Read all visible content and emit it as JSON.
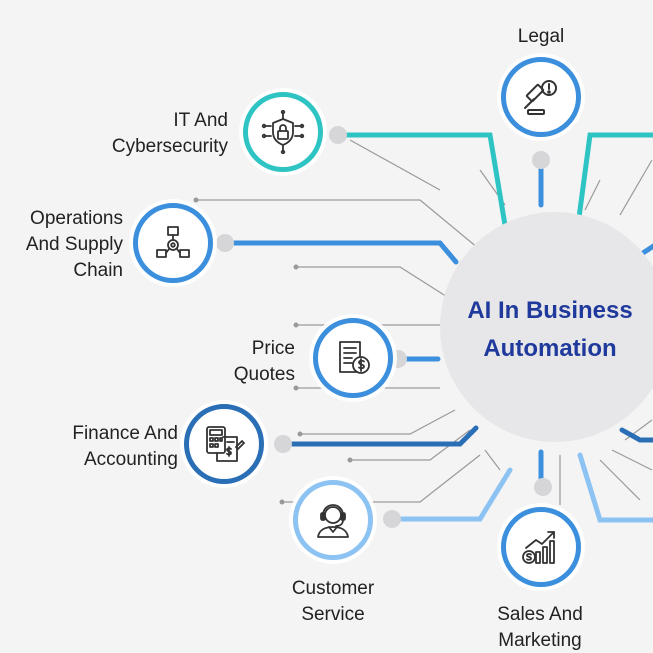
{
  "center": {
    "line1": "AI In Business",
    "line2": "Automation"
  },
  "nodes": {
    "legal": {
      "label": "Legal",
      "icon": "gavel-icon",
      "color": "#3b8fdd"
    },
    "it": {
      "line1": "IT And",
      "line2": "Cybersecurity",
      "icon": "shield-lock-circuit-icon",
      "color": "#2fc4c4"
    },
    "ops": {
      "line1": "Operations",
      "line2": "And Supply",
      "line3": "Chain",
      "icon": "supply-chain-icon",
      "color": "#3b8fdd"
    },
    "price": {
      "line1": "Price",
      "line2": "Quotes",
      "icon": "invoice-dollar-icon",
      "color": "#3b8fdd"
    },
    "finance": {
      "line1": "Finance And",
      "line2": "Accounting",
      "icon": "calculator-document-icon",
      "color": "#2a6fb5"
    },
    "customer": {
      "line1": "Customer",
      "line2": "Service",
      "icon": "headset-agent-icon",
      "color": "#8cc3f2"
    },
    "sales": {
      "line1": "Sales And",
      "line2": "Marketing",
      "icon": "growth-chart-icon",
      "color": "#3b8fdd"
    }
  },
  "colors": {
    "hub_text": "#1f3a9c",
    "teal": "#2fc4c4",
    "blue": "#3b8fdd",
    "dark_blue": "#2a6fb5",
    "light_blue": "#8cc3f2",
    "thin_line": "#8a8a8a"
  }
}
